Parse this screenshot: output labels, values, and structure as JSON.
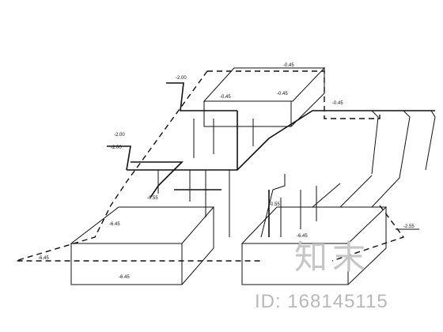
{
  "labels": [
    {
      "id": "l1",
      "text": "-2.00"
    },
    {
      "id": "l2",
      "text": "-2.00"
    },
    {
      "id": "l3",
      "text": "-2.00"
    },
    {
      "id": "l4",
      "text": "-0.45"
    },
    {
      "id": "l5",
      "text": "-0.45"
    },
    {
      "id": "l6",
      "text": "-0.45"
    },
    {
      "id": "l7",
      "text": "-0.45"
    },
    {
      "id": "l8",
      "text": "-6.45"
    },
    {
      "id": "l9",
      "text": "-6.45"
    },
    {
      "id": "l10",
      "text": "-0.55"
    },
    {
      "id": "l11",
      "text": "-0.55"
    },
    {
      "id": "l12",
      "text": "-6.45"
    },
    {
      "id": "l13",
      "text": "-6.45"
    },
    {
      "id": "l14",
      "text": "-2.55"
    }
  ],
  "watermark": {
    "logo": "知末",
    "id": "ID: 168145115"
  }
}
